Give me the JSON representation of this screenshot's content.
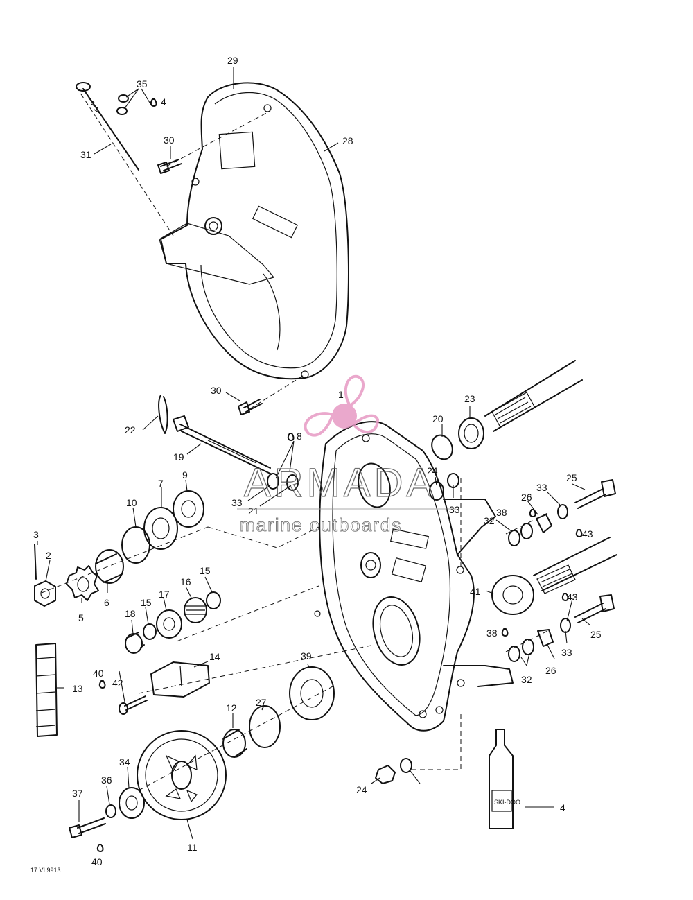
{
  "callouts": {
    "c1": "1",
    "c2": "2",
    "c3": "3",
    "c4a": "4",
    "c4b": "4",
    "c5": "5",
    "c6": "6",
    "c7": "7",
    "c8": "8",
    "c9": "9",
    "c10": "10",
    "c11": "11",
    "c12": "12",
    "c13": "13",
    "c14": "14",
    "c15a": "15",
    "c15b": "15",
    "c16": "16",
    "c17": "17",
    "c18": "18",
    "c19": "19",
    "c20": "20",
    "c21": "21",
    "c22": "22",
    "c23": "23",
    "c24a": "24",
    "c24b": "24",
    "c25a": "25",
    "c25b": "25",
    "c26a": "26",
    "c26b": "26",
    "c27": "27",
    "c28": "28",
    "c29": "29",
    "c30a": "30",
    "c30b": "30",
    "c31": "31",
    "c32a": "32",
    "c32b": "32",
    "c33a": "33",
    "c33b": "33",
    "c33c": "33",
    "c33d": "33",
    "c34": "34",
    "c35": "35",
    "c36": "36",
    "c37": "37",
    "c38a": "38",
    "c38b": "38",
    "c39": "39",
    "c40a": "40",
    "c40b": "40",
    "c41": "41",
    "c42": "42",
    "c43a": "43",
    "c43b": "43"
  },
  "watermark": {
    "brand": "ARMADA",
    "tagline": "marine outboards",
    "logo_color": "#e79ac4",
    "logo_color_dark": "#d9579a"
  },
  "figure_code": "17 VI 9913",
  "bottle_label": "SKI-DOO"
}
